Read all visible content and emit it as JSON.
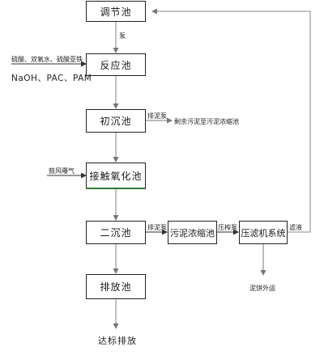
{
  "boxes": {
    "tiaojie": "调节池",
    "fanying": "反应池",
    "chuchen": "初沉池",
    "jiechu": "接触氧化池",
    "erchen": "二沉池",
    "wuni": "污泥浓缩池",
    "yalv": "压滤机系统",
    "paifang": "排放池"
  },
  "labels": {
    "pump": "泵",
    "chemicals_cn": "硫酸、双氧水、硫酸亚铁",
    "chemicals_en": "NaOH、PAC、PAM",
    "sludge_pump_1": "排泥泵",
    "sludge_to_thickener": "剩余污泥至污泥浓缩池",
    "aeration": "鼓风曝气",
    "sludge_pump_2": "排泥泵",
    "press_pump": "压榨泵",
    "filtrate": "滤液",
    "cake": "泥饼外运",
    "discharge": "达标排放"
  }
}
